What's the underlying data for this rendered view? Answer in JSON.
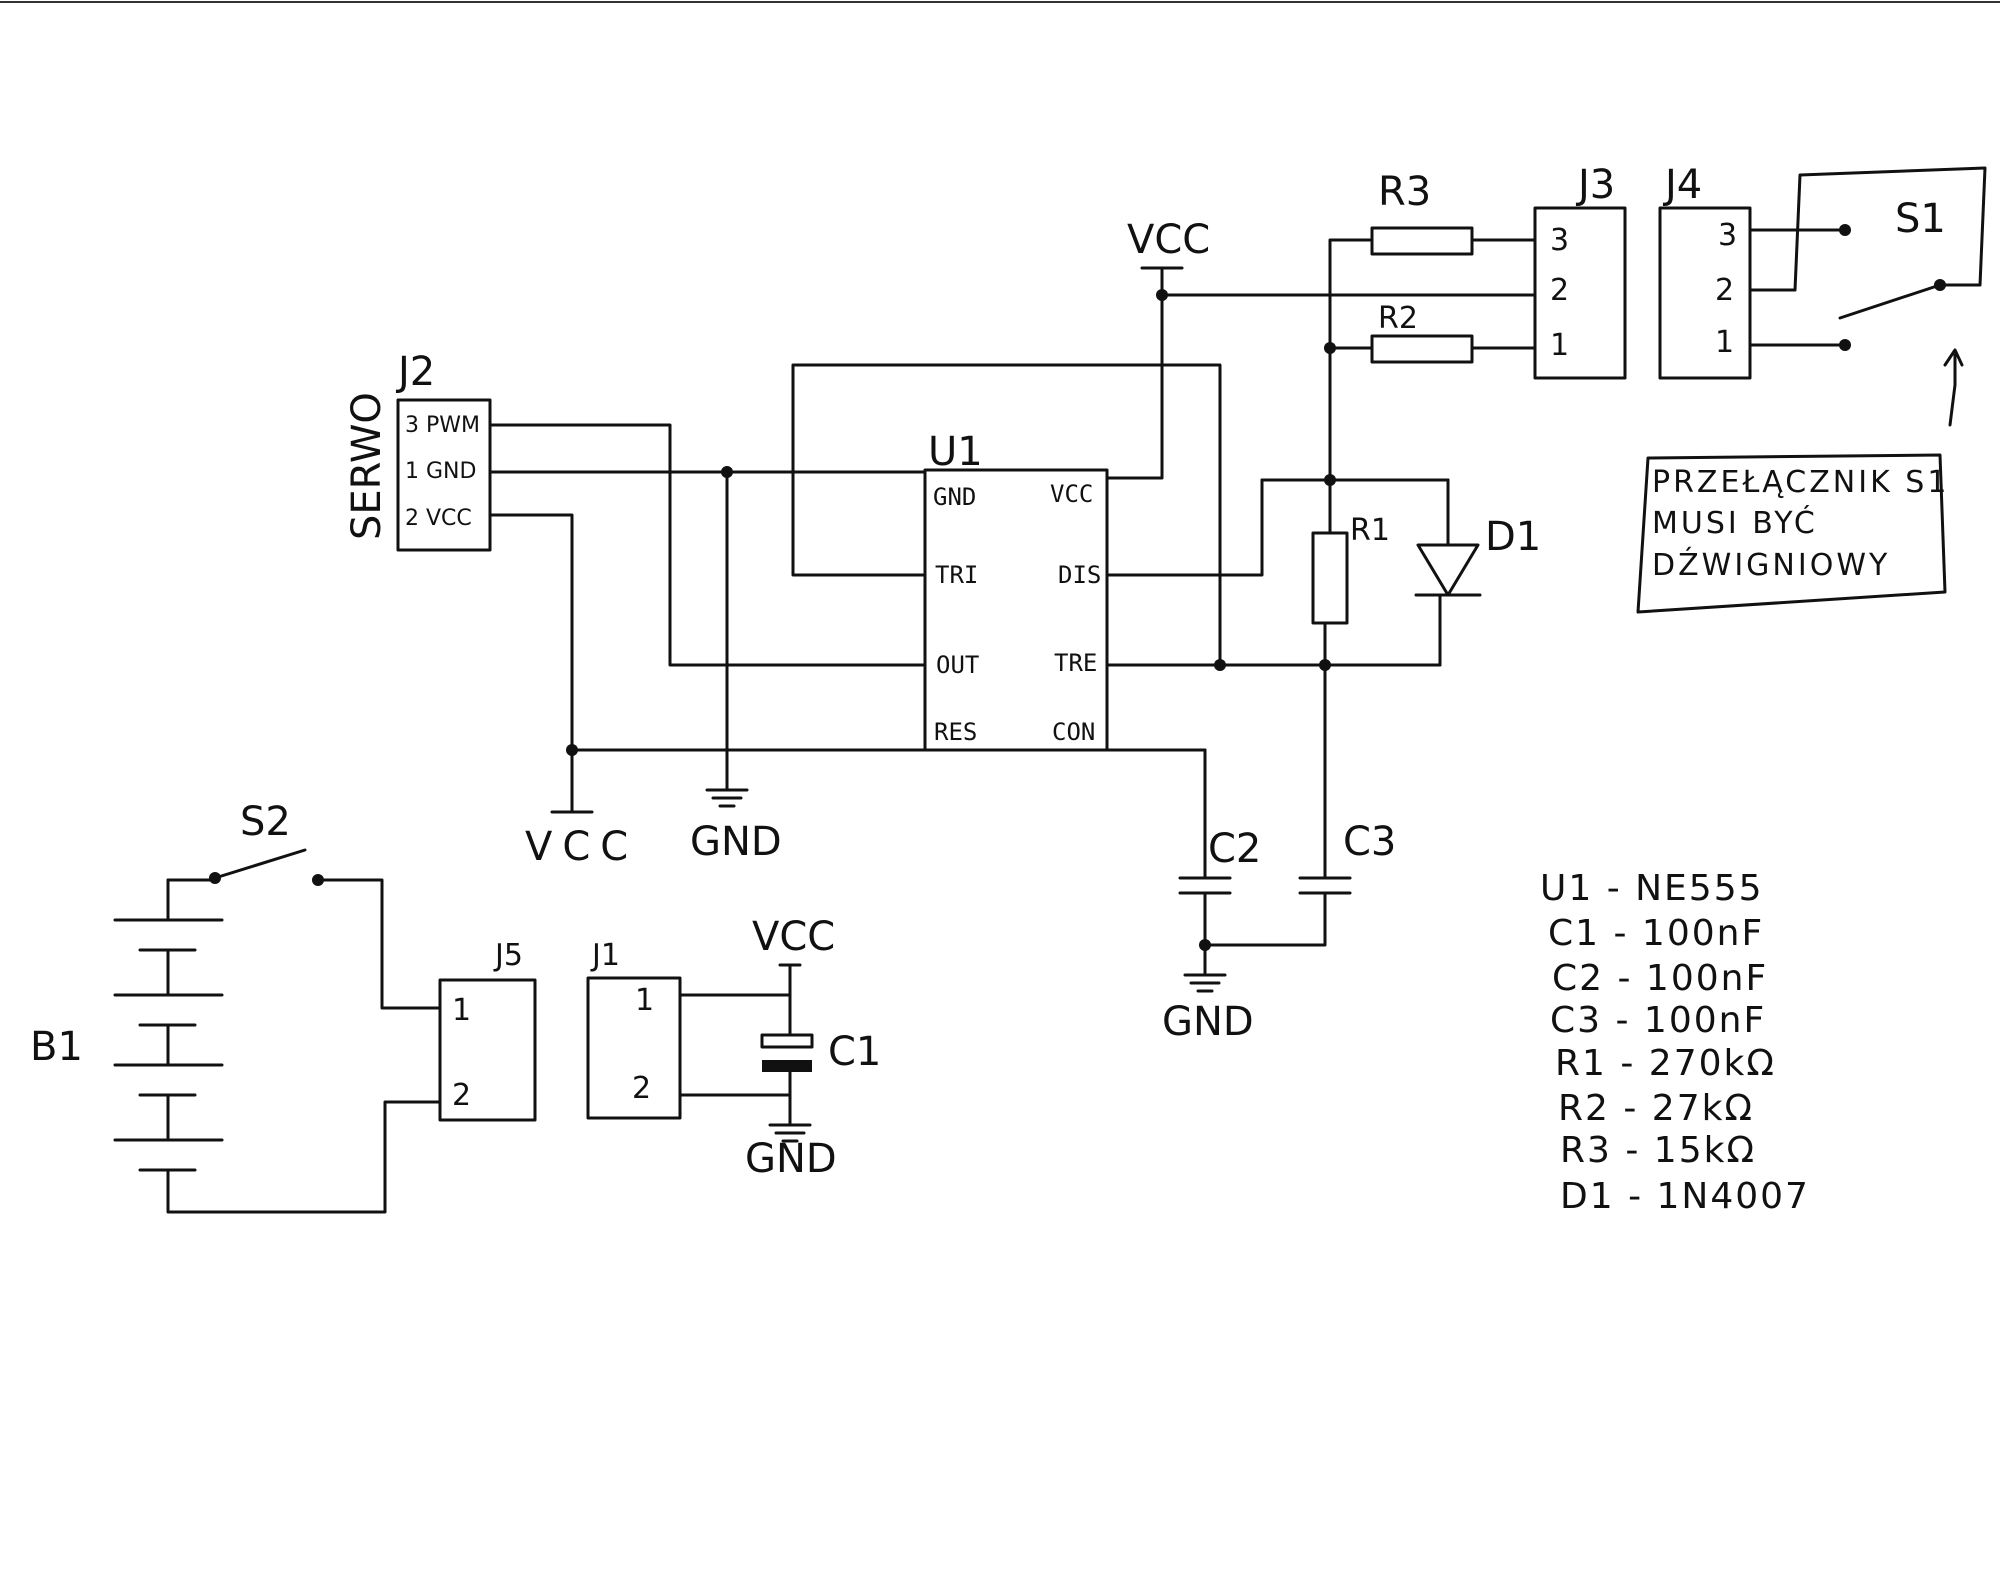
{
  "components": {
    "u1": {
      "ref": "U1",
      "pins": {
        "gnd": "GND",
        "vcc": "VCC",
        "tri": "TRI",
        "dis": "DIS",
        "out": "OUT",
        "tre": "TRE",
        "res": "RES",
        "con": "CON"
      }
    },
    "j2": {
      "ref": "J2",
      "side_label": "SERWO",
      "pins": [
        "3 PWM",
        "1 GND",
        "2 VCC"
      ]
    },
    "j3": {
      "ref": "J3",
      "pins": [
        "3",
        "2",
        "1"
      ]
    },
    "j4": {
      "ref": "J4",
      "pins": [
        "3",
        "2",
        "1"
      ]
    },
    "j5": {
      "ref": "J5",
      "pins": [
        "1",
        "2"
      ]
    },
    "j1": {
      "ref": "J1",
      "pins": [
        "1",
        "2"
      ]
    },
    "r1": "R1",
    "r2": "R2",
    "r3": "R3",
    "c1": "C1",
    "c2": "C2",
    "c3": "C3",
    "d1": "D1",
    "s1": "S1",
    "s2": "S2",
    "b1": "B1"
  },
  "power_labels": {
    "vcc_top": "VCC",
    "vcc_left": "VCC",
    "gnd_left": "GND",
    "gnd_mid": "GND",
    "vcc_c1": "VCC",
    "gnd_c1": "GND"
  },
  "note": {
    "lines": [
      "PRZEŁĄCZNIK S1",
      "MUSI BYĆ",
      "DŹWIGNIOWY"
    ]
  },
  "bom": [
    "U1 - NE555",
    "C1 - 100nF",
    "C2 - 100nF",
    "C3 - 100nF",
    "R1 - 270kΩ",
    "R2 - 27kΩ",
    "R3 - 15kΩ",
    "D1 - 1N4007"
  ],
  "colors": {
    "ink": "#111111",
    "paper": "#ffffff"
  }
}
